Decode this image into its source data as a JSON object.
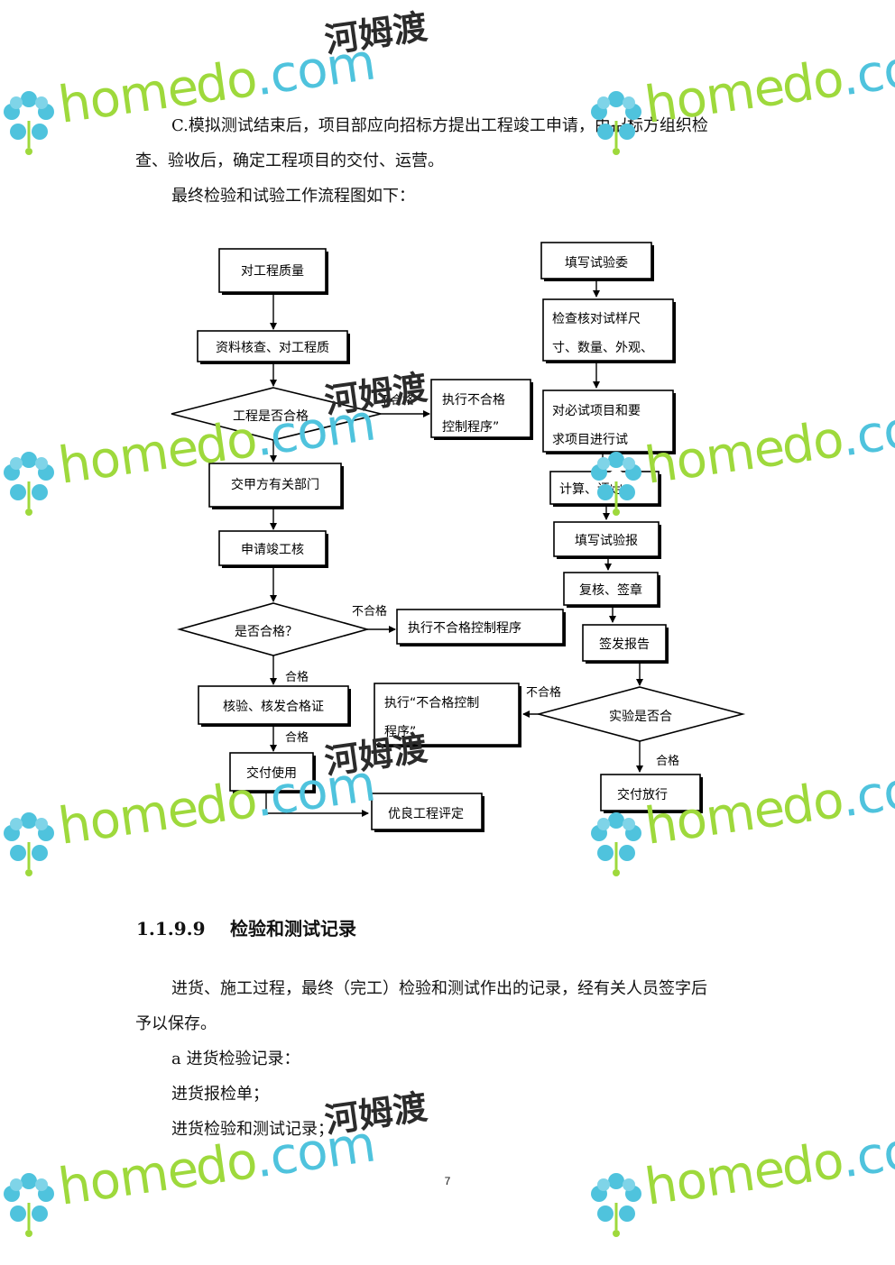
{
  "body_top": [
    "C.模拟测试结束后，项目部应向招标方提出工程竣工申请，由招标方组织检",
    "查、验收后，确定工程项目的交付、运营。",
    "最终检验和试验工作流程图如下："
  ],
  "flowchart": {
    "left": {
      "n1": "对工程质量",
      "n2": "资料核查、对工程质",
      "d1": "工程是否合格",
      "fail1": "不合格",
      "n_fail1_line1": "执行不合格",
      "n_fail1_line2": "控制程序”",
      "n3": "交甲方有关部门",
      "n4": "申请竣工核",
      "d2": "是否合格？",
      "fail2": "不合格",
      "n_fail2": "执行不合格控制程序",
      "pass1": "合格",
      "n5": "核验、核发合格证",
      "pass2": "合格",
      "n6": "交付使用",
      "n7": "优良工程评定"
    },
    "right": {
      "r1": "填写试验委",
      "r2_line1": "检查核对试样尺",
      "r2_line2": "寸、数量、外观、",
      "r3_line1": "对必试项目和要",
      "r3_line2": "求项目进行试",
      "r4": "计算、评定",
      "r5": "填写试验报",
      "r6": "复核、签章",
      "r7": "签发报告",
      "d3": "实验是否合",
      "fail3": "不合格",
      "r_fail_line1": "执行“不合格控制",
      "r_fail_line2": "程序”",
      "pass3": "合格",
      "r8": "交付放行"
    }
  },
  "section": {
    "number": "1.1.9.9",
    "title": "检验和测试记录"
  },
  "body_bottom": [
    "进货、施工过程，最终（完工）检验和测试作出的记录，经有关人员签字后",
    "予以保存。",
    "a 进货检验记录：",
    "进货报检单；",
    "进货检验和测试记录；"
  ],
  "page_number": "7",
  "watermark": {
    "latin_a": "home",
    "latin_b": "do",
    "domain": ".com",
    "cn": "河姆渡",
    "colors": {
      "green": "#9ed93c",
      "blue": "#4fc3dd",
      "dark": "#2b2b2b"
    }
  }
}
